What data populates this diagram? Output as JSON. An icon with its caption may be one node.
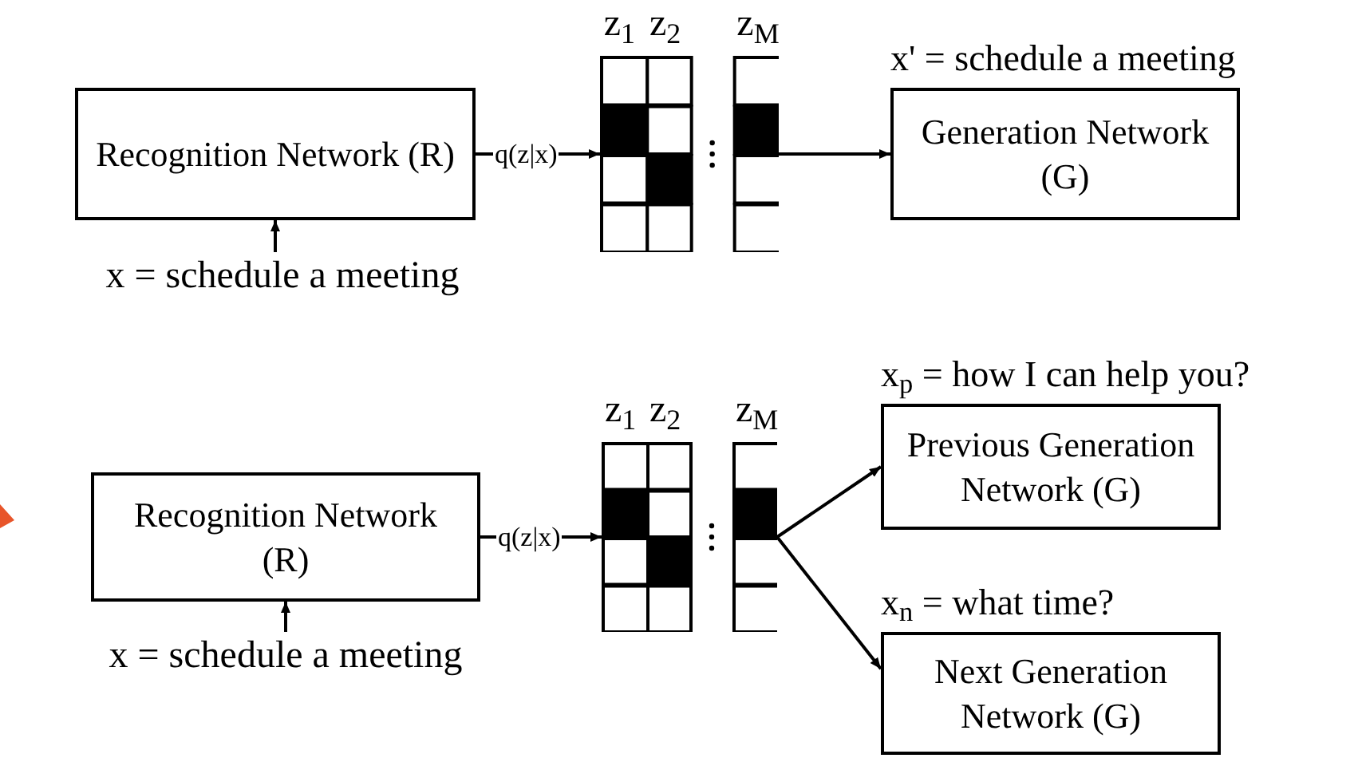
{
  "diagram": {
    "nodes": [
      {
        "text": [
          "Recognition Network (R)"
        ]
      },
      {
        "text": [
          "x = schedule a meeting"
        ]
      },
      {
        "text": [
          "z$_{1}$",
          "z$_{2}$",
          "z$_{M}$"
        ]
      },
      {
        "text": [
          "x' = schedule a meeting",
          "Generation Network (G)"
        ]
      },
      {
        "text": [
          "Recognition Network (R)"
        ]
      },
      {
        "text": [
          "x = schedule a meeting"
        ]
      },
      {
        "text": [
          "z$_{1}$",
          "z$_{2}$",
          "z$_{M}$"
        ]
      },
      {
        "text": [
          "x$_{p}$ = how I can help you?",
          "Previous Generation Network (G)"
        ]
      },
      {
        "text": [
          "x$_{n}$ = what time?",
          "Next Generation Network (G)"
        ]
      }
    ],
    "edges": [
      {
        "from": 1,
        "to": 0,
        "arrow": "to"
      },
      {
        "from": 0,
        "to": 2,
        "arrow": "to",
        "label": "q(z|x)"
      },
      {
        "from": 2,
        "to": 3,
        "arrow": "to"
      },
      {
        "from": 5,
        "to": 4,
        "arrow": "to"
      },
      {
        "from": 4,
        "to": 6,
        "arrow": "to",
        "label": "q(z|x)"
      },
      {
        "from": 6,
        "to": 7,
        "arrow": "to"
      },
      {
        "from": 6,
        "to": 8,
        "arrow": "to"
      }
    ]
  }
}
